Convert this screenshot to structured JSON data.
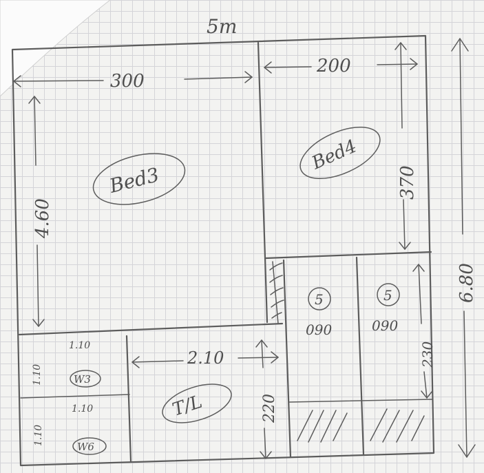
{
  "plan": {
    "overall_width": "5m",
    "overall_height": "6.80",
    "rooms": {
      "bed3": {
        "label": "Bed3",
        "width": "300",
        "height": "4.60"
      },
      "bed4": {
        "label": "Bed4",
        "width": "200",
        "height": "370"
      },
      "tl": {
        "label": "T/L",
        "width": "2.10",
        "height": "220"
      },
      "w3": {
        "label": "W3",
        "width": "1.10",
        "height": "1.10"
      },
      "w6": {
        "label": "W6",
        "width": "1.10",
        "height": "1.10"
      },
      "shower_left": {
        "label": "5",
        "width": "090"
      },
      "shower_right": {
        "label": "5",
        "width": "090",
        "height": "230"
      }
    }
  }
}
